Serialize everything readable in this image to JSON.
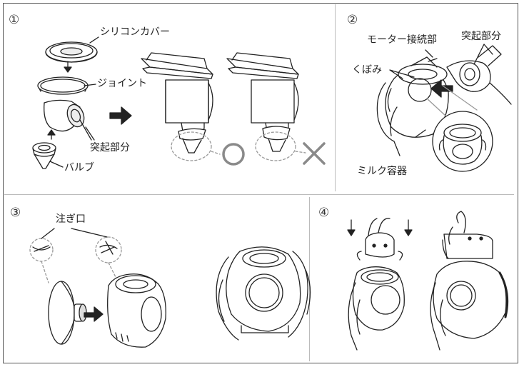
{
  "steps": [
    {
      "number": "①",
      "labels": {
        "silicone_cover": "シリコンカバー",
        "joint": "ジョイント",
        "protrusion": "突起部分",
        "valve": "バルブ"
      },
      "correct_mark": "correct-circle-icon",
      "wrong_mark": "wrong-cross-icon"
    },
    {
      "number": "②",
      "labels": {
        "motor_connector": "モーター接続部",
        "protrusion": "突起部分",
        "recess": "くぼみ",
        "milk_container": "ミルク容器"
      }
    },
    {
      "number": "③",
      "labels": {
        "spout": "注ぎ口"
      }
    },
    {
      "number": "④"
    }
  ],
  "colors": {
    "line": "#222222",
    "mark_gray": "#8a8a8a",
    "dashed": "#999999",
    "fill": "#ffffff",
    "shade": "#dcdcdc"
  }
}
